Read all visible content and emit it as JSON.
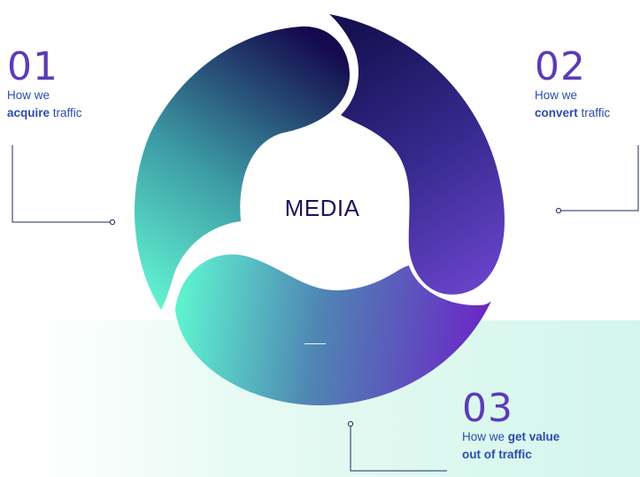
{
  "colors": {
    "number": "#5c3bb8",
    "caption": "#2c4bb0",
    "center_text": "#1a1660",
    "connector": "#1d2a60",
    "ring_dark": "#170f52",
    "ring_purple": "#6a3ad0",
    "ring_mint": "#5ef0cf"
  },
  "center": {
    "label": "MEDIA"
  },
  "steps": [
    {
      "number": "01",
      "line1_plain": "How we",
      "line1_bold": "",
      "line2_bold": "acquire",
      "line2_plain": "traffic"
    },
    {
      "number": "02",
      "line1_plain": "How we",
      "line1_bold": "",
      "line2_bold": "convert",
      "line2_plain": "traffic"
    },
    {
      "number": "03",
      "line1_plain": "How we",
      "line1_bold": "get value",
      "line2_bold": "out of traffic",
      "line2_plain": ""
    }
  ]
}
